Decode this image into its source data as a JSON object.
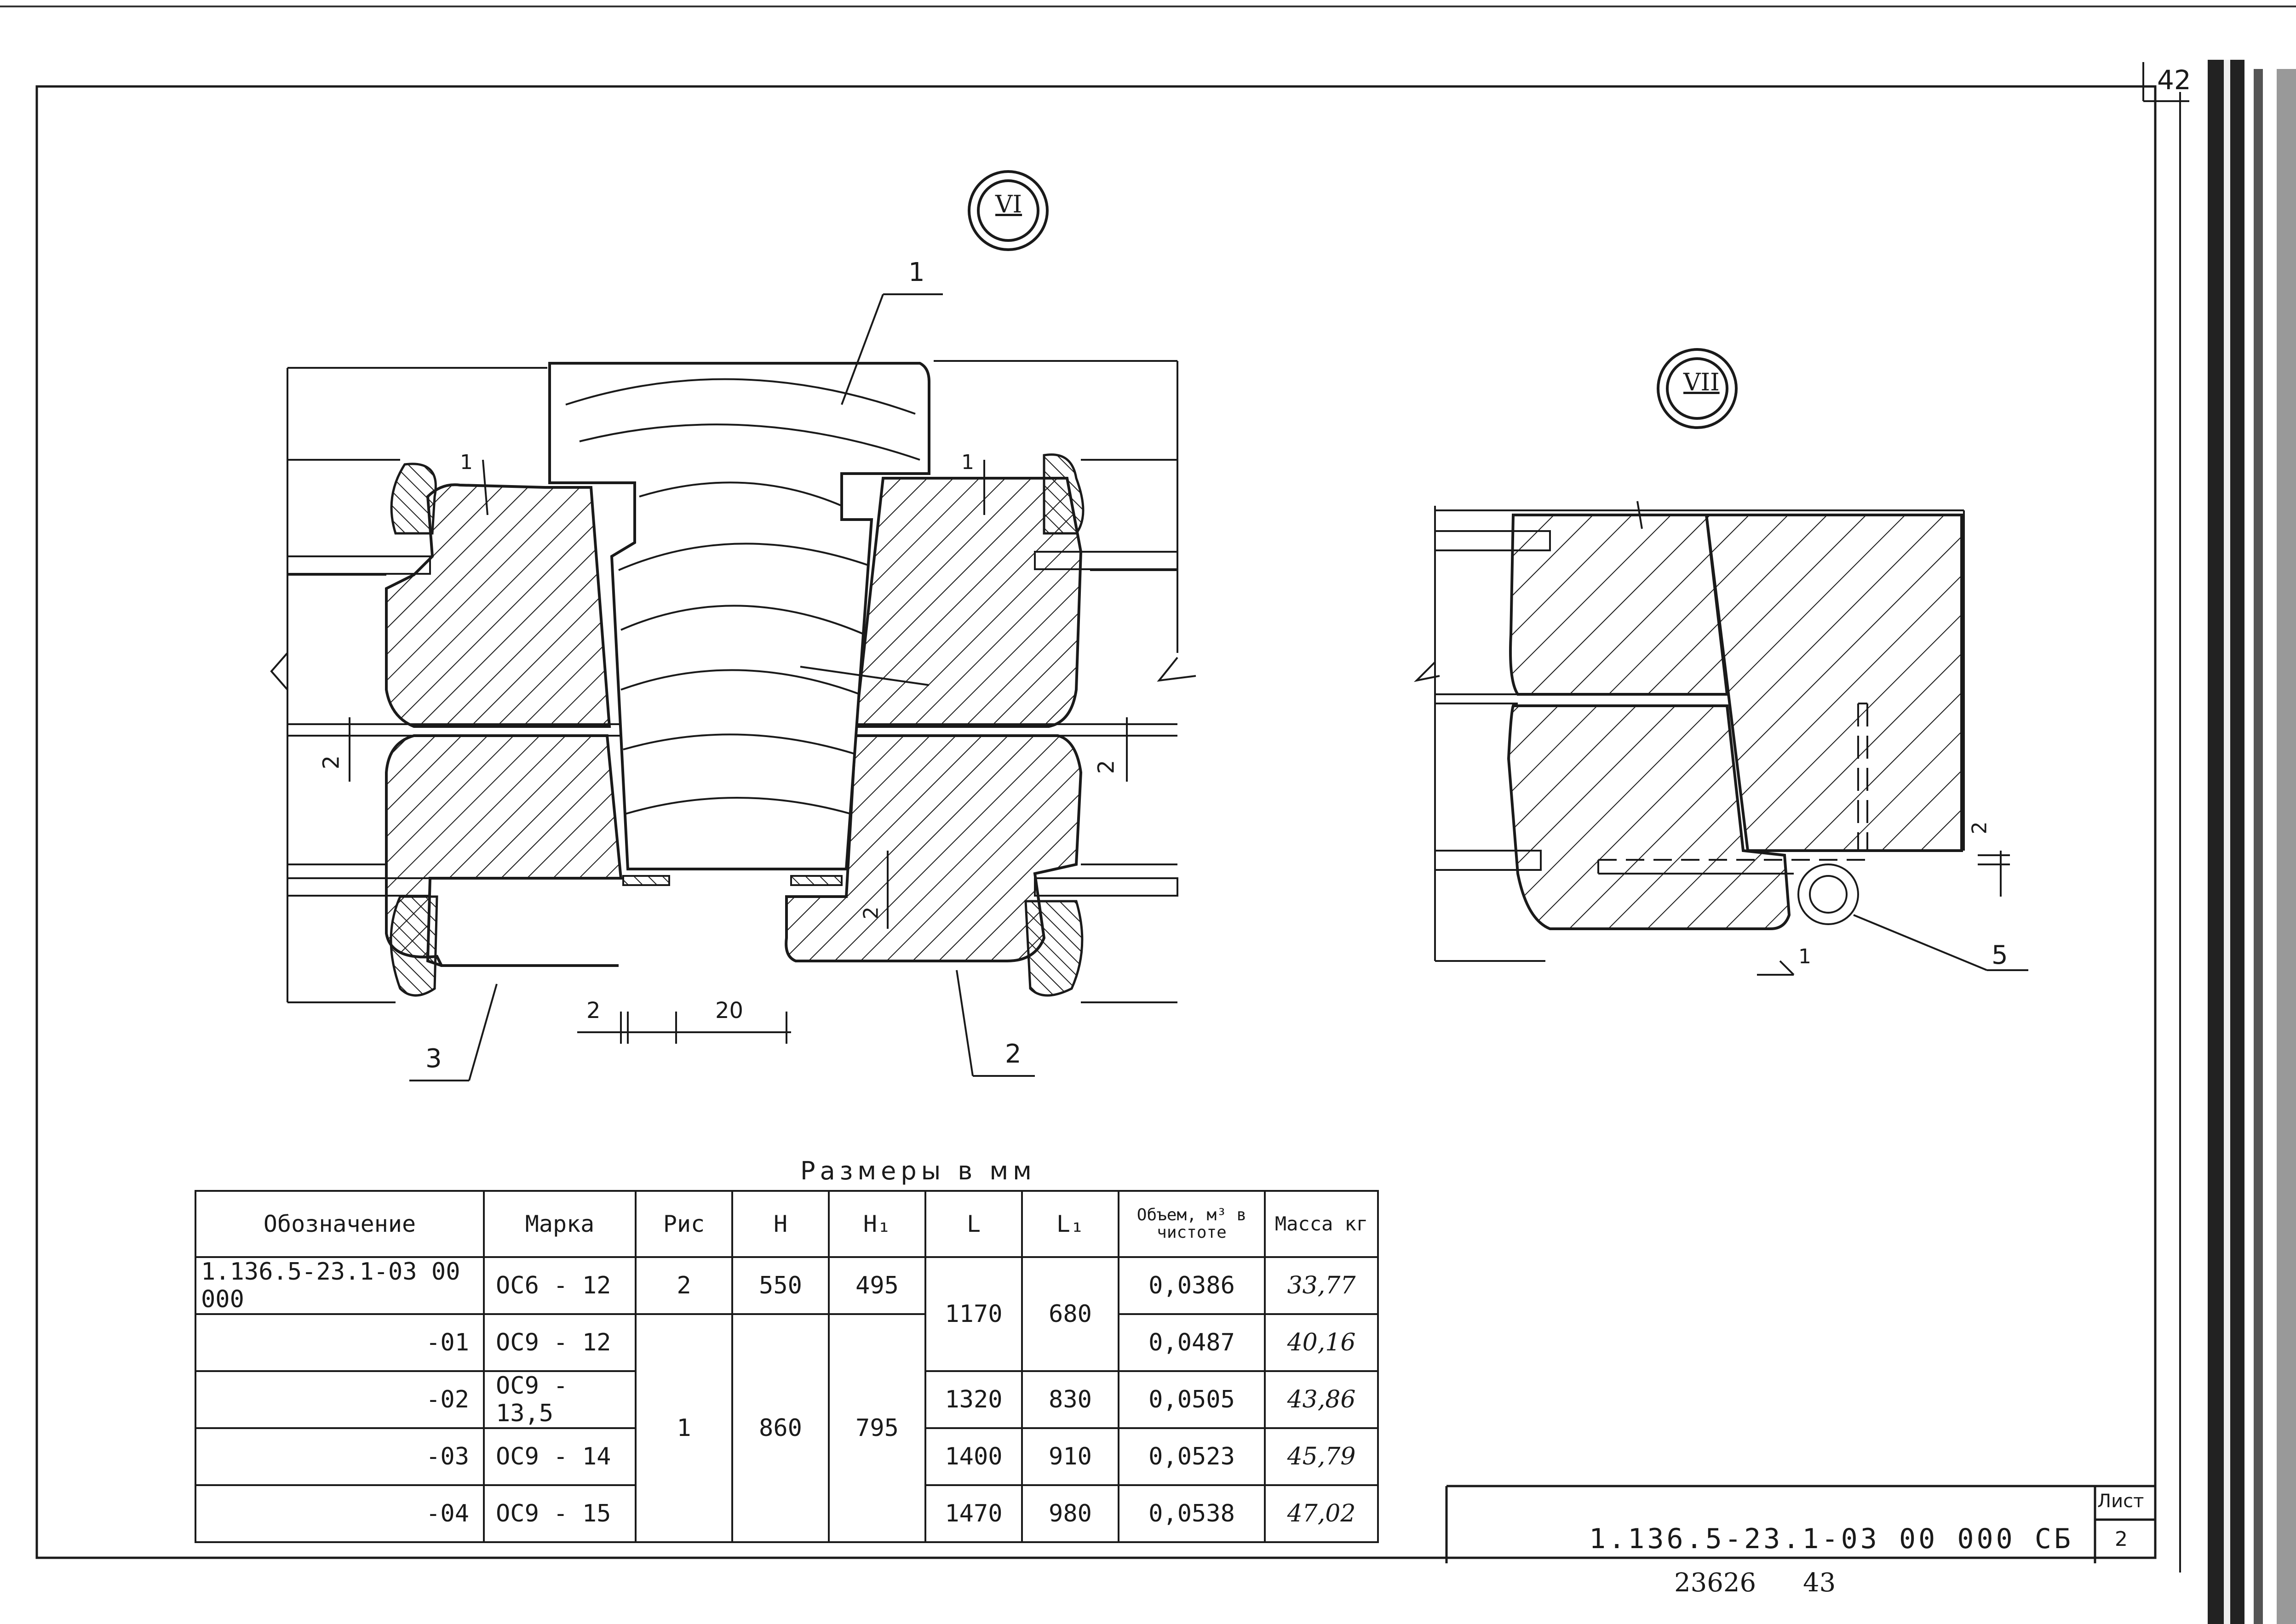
{
  "page_number": "42",
  "views": {
    "vi": {
      "badge": "VI",
      "labels": {
        "l1": "1",
        "l2": "2",
        "l3": "3"
      },
      "dims": {
        "gap_left": "2",
        "gap_right": "2",
        "top_left": "1",
        "top_right": "1",
        "bottom_inner": "2",
        "bottom_gap": "2",
        "bottom_width": "20"
      }
    },
    "vii": {
      "badge": "VII",
      "labels": {
        "l5": "5"
      },
      "dims": {
        "right": "2",
        "bottom": "1"
      }
    }
  },
  "table": {
    "caption": "Размеры в мм",
    "headers": [
      "Обозначение",
      "Марка",
      "Рис",
      "H",
      "H₁",
      "L",
      "L₁",
      "Объем, м³ в чистоте",
      "Масса кг"
    ],
    "rows": [
      {
        "designation": "1.136.5-23.1-03 00 000",
        "mark": "ОС6 - 12",
        "fig": "2",
        "h": "550",
        "h1": "495",
        "l": "1170",
        "l1": "680",
        "volume": "0,0386",
        "mass": "33,77"
      },
      {
        "designation": "-01",
        "mark": "ОС9 - 12",
        "fig": "1",
        "h": "860",
        "h1": "795",
        "l": "",
        "l1": "",
        "volume": "0,0487",
        "mass": "40,16"
      },
      {
        "designation": "-02",
        "mark": "ОС9 - 13,5",
        "fig": "",
        "h": "",
        "h1": "",
        "l": "1320",
        "l1": "830",
        "volume": "0,0505",
        "mass": "43,86"
      },
      {
        "designation": "-03",
        "mark": "ОС9 - 14",
        "fig": "",
        "h": "",
        "h1": "",
        "l": "1400",
        "l1": "910",
        "volume": "0,0523",
        "mass": "45,79"
      },
      {
        "designation": "-04",
        "mark": "ОС9 - 15",
        "fig": "",
        "h": "",
        "h1": "",
        "l": "1470",
        "l1": "980",
        "volume": "0,0538",
        "mass": "47,02"
      }
    ]
  },
  "title_block": {
    "doc_code": "1.136.5-23.1-03 00 000 СБ",
    "sheet_label": "Лист",
    "sheet_number": "2"
  },
  "footer": {
    "inventory": "23626",
    "page": "43"
  }
}
